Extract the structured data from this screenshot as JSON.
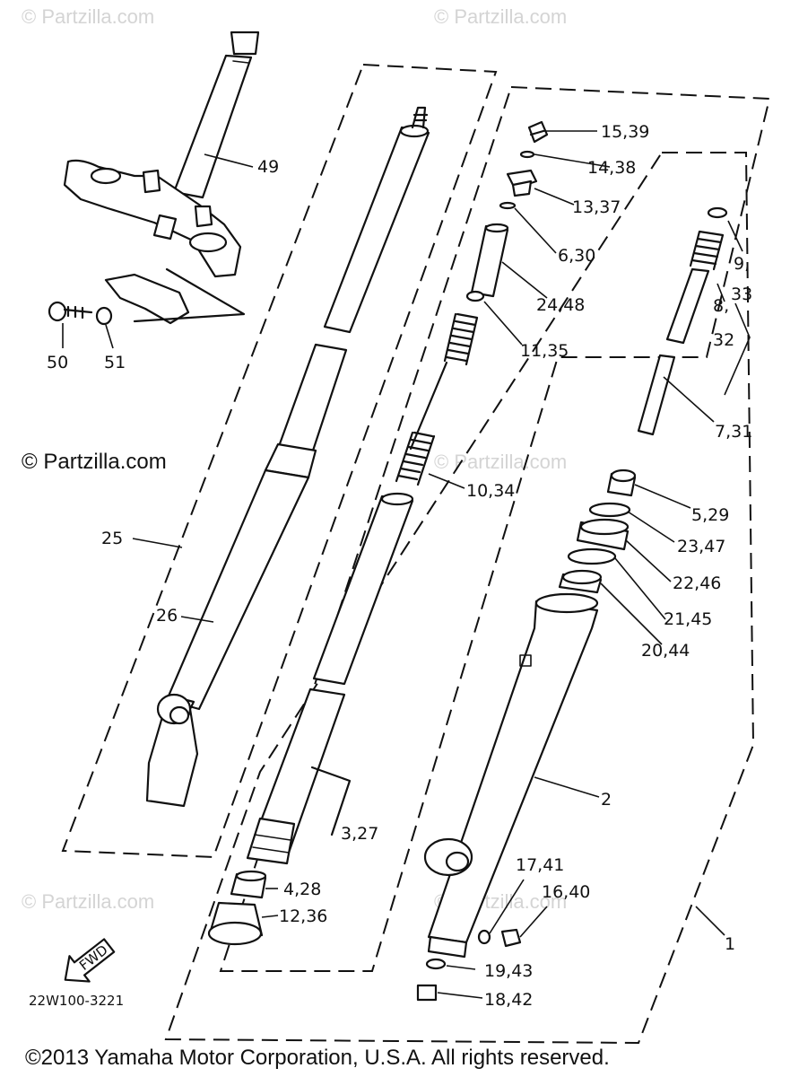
{
  "watermarks": {
    "top_left": "© Partzilla.com",
    "top_right": "© Partzilla.com",
    "mid_left": "© Partzilla.com",
    "mid_center": "© Partzilla.com",
    "bottom_left": "© Partzilla.com",
    "bottom_right": "© Partzilla.com"
  },
  "labels": {
    "l49": "49",
    "l50": "50",
    "l51": "51",
    "l25": "25",
    "l26": "26",
    "l15_39": "15,39",
    "l14_38": "14,38",
    "l13_37": "13,37",
    "l6_30": "6,30",
    "l24_48": "24,48",
    "l11_35": "11,35",
    "l10_34": "10,34",
    "l9": "9,",
    "l33": "33",
    "l8": "8,",
    "l32": "32",
    "l7_31": "7,31",
    "l5_29": "5,29",
    "l23_47": "23,47",
    "l22_46": "22,46",
    "l21_45": "21,45",
    "l20_44": "20,44",
    "l2": "2",
    "l3_27": "3,27",
    "l4_28": "4,28",
    "l12_36": "12,36",
    "l17_41": "17,41",
    "l16_40": "16,40",
    "l1": "1",
    "l19_43": "19,43",
    "l18_42": "18,42"
  },
  "fwd_label": "FWD",
  "diagram_code": "22W100-3221",
  "copyright": "©2013  Yamaha Motor Corporation, U.S.A. All rights reserved."
}
